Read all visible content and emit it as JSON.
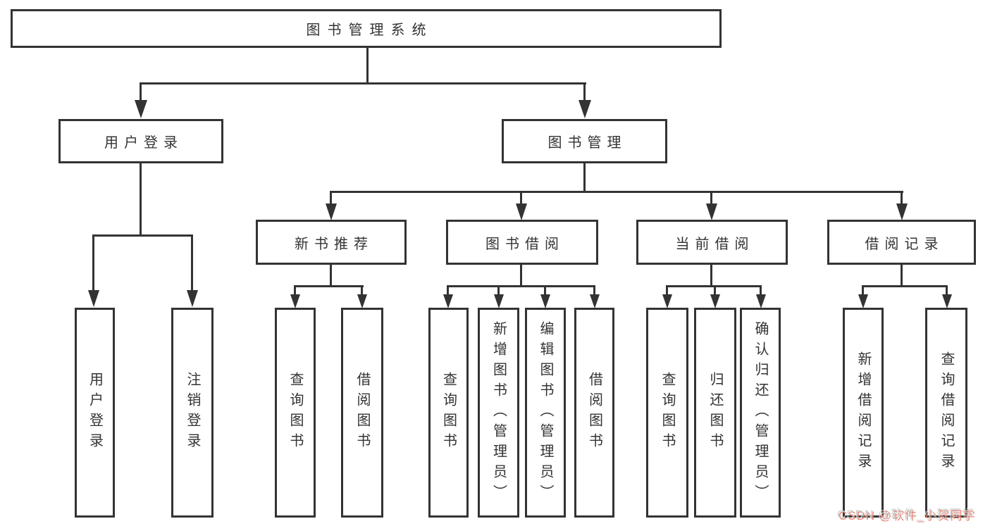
{
  "diagram": {
    "root": "图书管理系统",
    "level2": {
      "user": "用户登录",
      "book": "图书管理"
    },
    "categories": {
      "recommend": "新书推荐",
      "borrow": "图书借阅",
      "current": "当前借阅",
      "record": "借阅记录"
    },
    "leaves": {
      "user": [
        "用户登录",
        "注销登录"
      ],
      "recommend": [
        "查询图书",
        "借阅图书"
      ],
      "borrow": [
        "查询图书",
        "新增图书（管理员）",
        "编辑图书（管理员）",
        "借阅图书"
      ],
      "current": [
        "查询图书",
        "归还图书",
        "确认归还（管理员）"
      ],
      "record": [
        "新增借阅记录",
        "查询借阅记录"
      ]
    }
  },
  "watermark": "CSDN @软件_小贺同学",
  "colors": {
    "line": "#333333",
    "text": "#333333",
    "background": "#ffffff",
    "watermark_text": "#cdcdcd",
    "watermark_shadow": "#e8806e"
  }
}
